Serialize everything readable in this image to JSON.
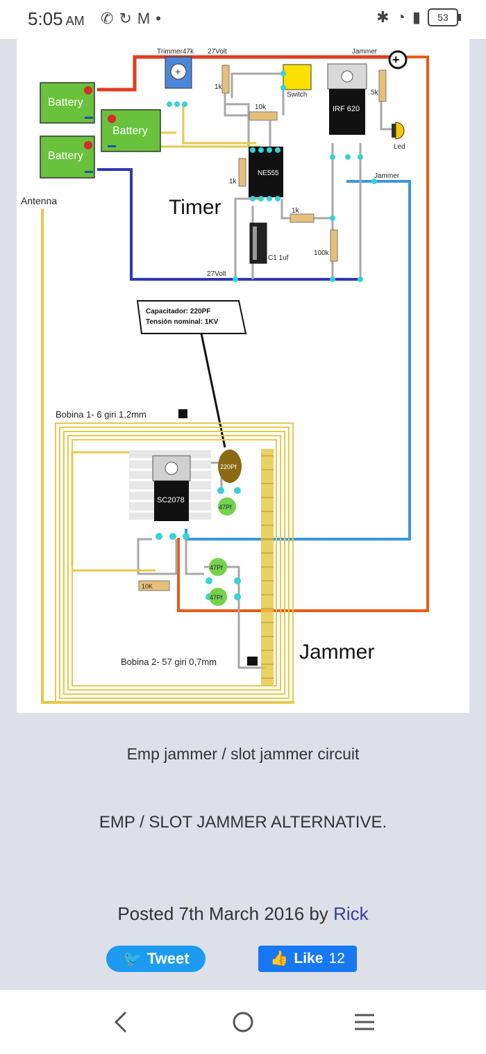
{
  "status": {
    "time": "5:05",
    "ampm": "AM",
    "battery": "53"
  },
  "diagram": {
    "labels": {
      "battery_1": "Battery",
      "battery_2": "Battery",
      "battery_3": "Battery",
      "trimmer": "Trimmer47k",
      "volt_top": "27Volt",
      "jammer_top": "Jammer",
      "r_1k_top": "1k",
      "switch": "Switch",
      "r_10k": "10k",
      "irf": "IRF 620",
      "r_5k": "5k",
      "led": "Led",
      "ne555": "NE555",
      "r_1k_left": "1k",
      "jammer_right": "Jammer",
      "antenna": "Antenna",
      "timer": "Timer",
      "r_1k_mid": "1k",
      "c1": "C1 1uf",
      "r_100k": "100k",
      "volt_bottom": "27Volt",
      "cap_note_1": "Capacitador: 220PF",
      "cap_note_2": "Tensión nominal: 1KV",
      "bobina_1": "Bobina 1- 6 giri 1,2mm",
      "sc2078": "SC2078",
      "c_220pf": "220Pf",
      "c_47pf_1": "47Pf",
      "c_47pf_2": "47Pf",
      "c_47pf_3": "47Pf",
      "r_10k_bottom": "10K",
      "jammer_big": "Jammer",
      "bobina_2": "Bobina 2- 57 giri 0,7mm"
    }
  },
  "post": {
    "title": "Emp jammer / slot jammer circuit",
    "subtitle": "EMP / SLOT JAMMER ALTERNATIVE.",
    "posted_prefix": "Posted 7th March 2016 by ",
    "author": "Rick"
  },
  "social": {
    "tweet_label": "Tweet",
    "like_label": "Like",
    "like_count": "12"
  },
  "colors": {
    "wire_red": "#e23b1f",
    "wire_orange": "#ea5a14",
    "wire_blue": "#2e37b8",
    "wire_light_blue": "#3a96e0",
    "wire_yellow": "#e6c84a",
    "battery_green": "#6ac13c",
    "node_cyan": "#37d1d8"
  }
}
